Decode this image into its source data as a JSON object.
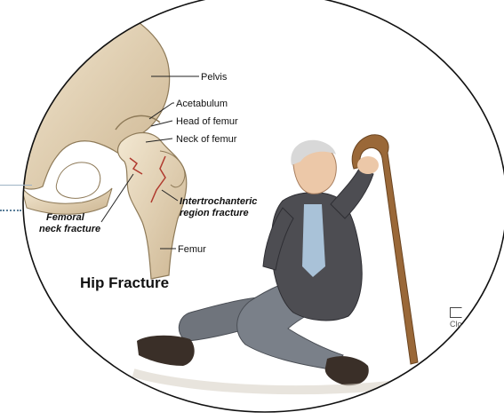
{
  "figure": {
    "title": "Hip Fracture",
    "labels": {
      "pelvis": "Pelvis",
      "acetabulum": "Acetabulum",
      "head_of_femur": "Head of femur",
      "neck_of_femur": "Neck of femur",
      "intertrochanteric_line1": "Intertrochanteric",
      "intertrochanteric_line2": "region fracture",
      "femoral_neck_line1": "Femoral",
      "femoral_neck_line2": "neck fracture",
      "femur": "Femur"
    },
    "partial_text": "Clo",
    "colors": {
      "bone": "#e6d8bc",
      "bone_shadow": "#c2ab84",
      "ellipse_border": "#111111",
      "jacket": "#4d4d52",
      "trousers": "#6f747c",
      "shirt": "#a9c2d8",
      "skin": "#ecc8a8",
      "cane": "#9a6838",
      "page_accent": "#5b7f9a"
    }
  }
}
